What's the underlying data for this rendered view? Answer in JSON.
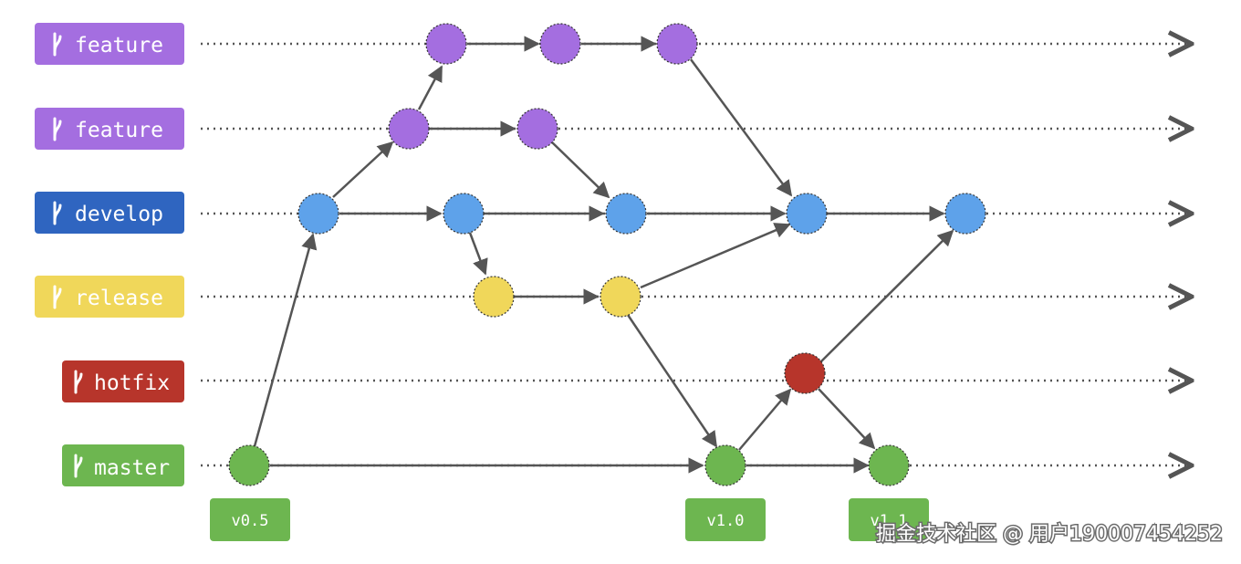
{
  "diagram": {
    "branches": [
      {
        "name": "feature",
        "color": "#a46ee0"
      },
      {
        "name": "feature",
        "color": "#a46ee0"
      },
      {
        "name": "develop",
        "color": "#2f65c0"
      },
      {
        "name": "release",
        "color": "#f0d75a"
      },
      {
        "name": "hotfix",
        "color": "#b7352b"
      },
      {
        "name": "master",
        "color": "#6db650"
      }
    ],
    "tags": [
      "v0.5",
      "v1.0",
      "v1.1"
    ],
    "watermark": "掘金技术社区 @ 用户190007454252",
    "colors": {
      "feature_commit": "#a46ee0",
      "develop_commit": "#5ea2ea",
      "release_commit": "#f0d75a",
      "hotfix_commit": "#b7352b",
      "master_commit": "#6db650",
      "line": "#555555"
    }
  }
}
